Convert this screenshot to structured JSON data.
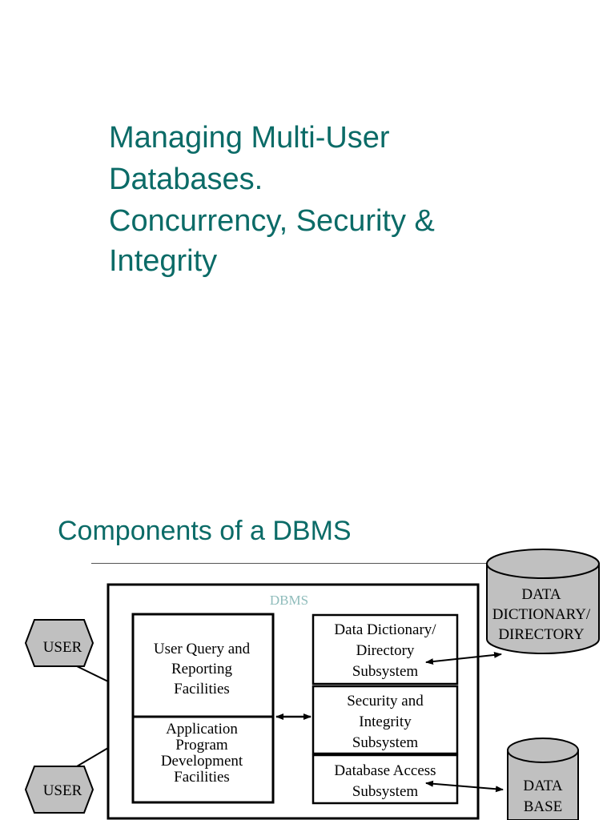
{
  "slide1": {
    "title_lines": [
      "Managing Multi-User",
      "Databases.",
      "Concurrency, Security &",
      "Integrity"
    ]
  },
  "slide2": {
    "heading": "Components of a DBMS",
    "dbms_label": "DBMS",
    "users": [
      "USER",
      "USER"
    ],
    "query_box": [
      "User Query and",
      "Reporting",
      "Facilities"
    ],
    "app_box": [
      "Application",
      "Program",
      "Development",
      "Facilities"
    ],
    "dictionary_box": [
      "Data Dictionary/",
      "Directory",
      "Subsystem"
    ],
    "security_box": [
      "Security and",
      "Integrity",
      "Subsystem"
    ],
    "access_box": [
      "Database Access",
      "Subsystem"
    ],
    "dictionary_cylinder": [
      "DATA",
      "DICTIONARY/",
      "DIRECTORY"
    ],
    "database_cylinder": [
      "DATA",
      "BASE"
    ]
  }
}
